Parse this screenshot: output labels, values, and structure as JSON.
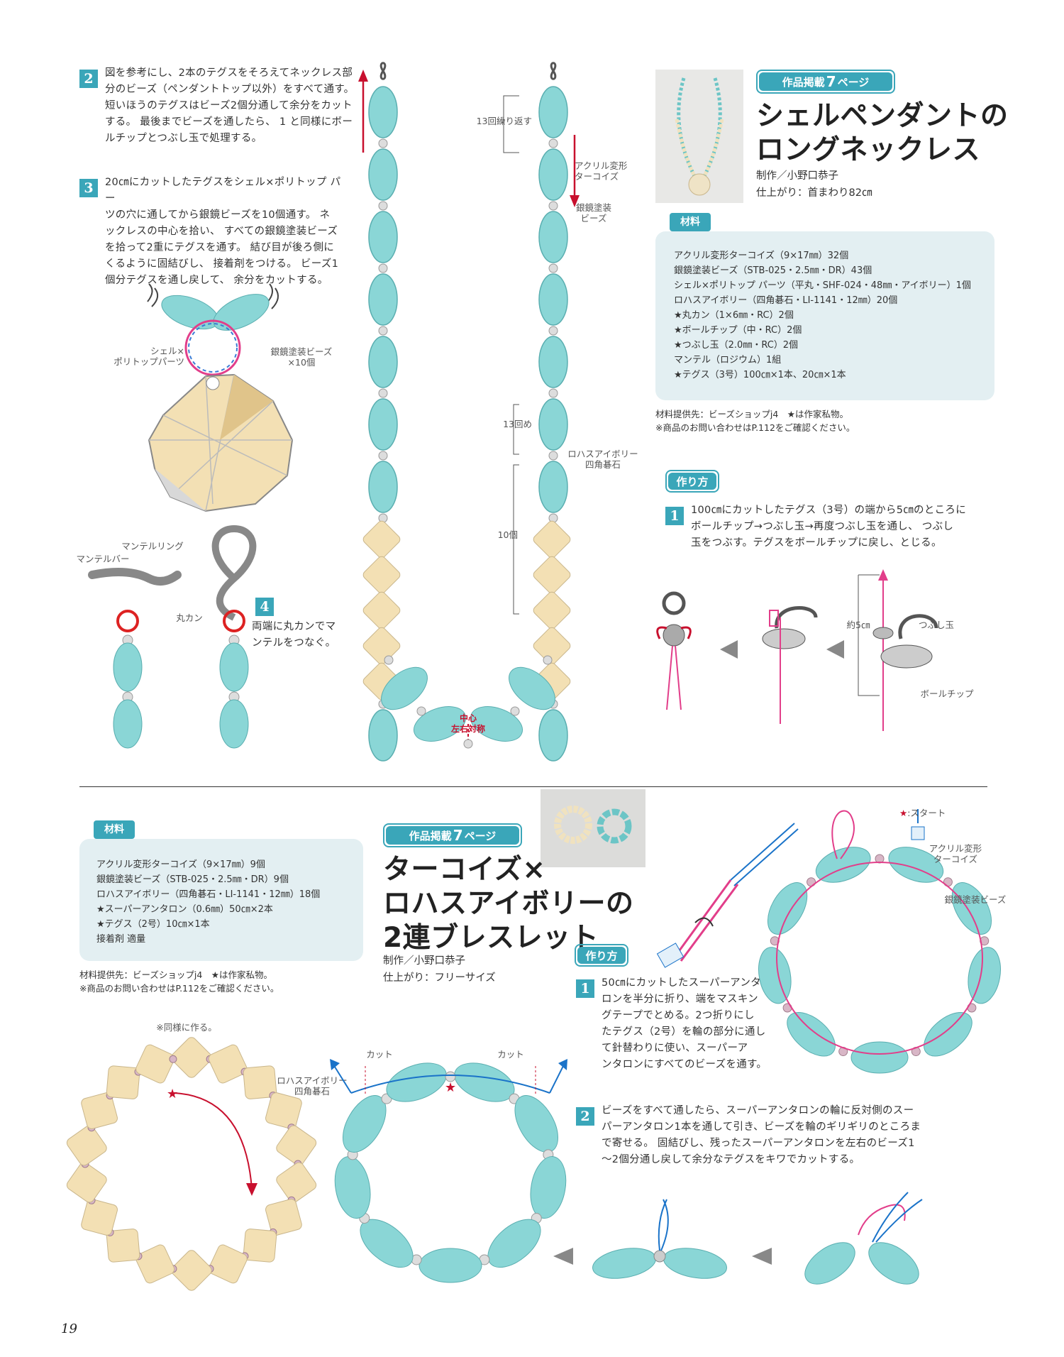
{
  "top": {
    "tag": {
      "prefix": "作品掲載",
      "num": "7",
      "suffix": "ページ"
    },
    "title_lines": [
      "シェルペンダントの",
      "ロングネックレス"
    ],
    "credit": "制作／小野口恭子",
    "finish": "仕上がり：首まわり82㎝",
    "materials_label": "材料",
    "materials": [
      "アクリル変形ターコイズ（9×17㎜）32個",
      "銀鏡塗装ビーズ（STB-025・2.5㎜・DR）43個",
      "シェル×ポリトップ パーツ（平丸・SHF-024・48㎜・アイボリー）1個",
      "ロハスアイボリー（四角碁石・LI-1141・12㎜）20個",
      "★丸カン（1×6㎜・RC）2個",
      "★ボールチップ（中・RC）2個",
      "★つぶし玉（2.0㎜・RC）2個",
      "マンテル（ロジウム）1組",
      "★テグス（3号）100㎝×1本、20㎝×1本"
    ],
    "supplier_lines": [
      "材料提供先：ビーズショップj4　★は作家私物。",
      "※商品のお問い合わせはP.112をご確認ください。"
    ],
    "howto_label": "作り方",
    "steps": [
      {
        "num": "1",
        "lines": [
          "100㎝にカットしたテグス（3号）の端から5㎝のところに",
          "ボールチップ→つぶし玉→再度つぶし玉を通し、 つぶし",
          "玉をつぶす。テグスをボールチップに戻し、とじる。"
        ]
      },
      {
        "num": "2",
        "lines": [
          "図を参考にし、2本のテグスをそろえてネックレス部",
          "分のビーズ（ペンダントトップ以外）をすべて通す。",
          "短いほうのテグスはビーズ2個分通して余分をカット",
          "する。 最後までビーズを通したら、 1 と同様にボー",
          "ルチップとつぶし玉で処理する。"
        ]
      },
      {
        "num": "3",
        "lines": [
          "20㎝にカットしたテグスをシェル×ポリトップ パー",
          "ツの穴に通してから銀鏡ビーズを10個通す。 ネ",
          "ックレスの中心を拾い、 すべての銀鏡塗装ビーズ",
          "を拾って2重にテグスを通す。 結び目が後ろ側に",
          "くるように固結びし、 接着剤をつける。 ビーズ1",
          "個分テグスを通し戻して、 余分をカットする。"
        ]
      },
      {
        "num": "4",
        "lines": [
          "両端に丸カンでマ",
          "ンテルをつなぐ。"
        ]
      }
    ],
    "labels": {
      "repeat13": "13回繰り返す",
      "turquoise": [
        "アクリル変形",
        "ターコイズ"
      ],
      "silver": [
        "銀鏡塗装",
        "ビーズ"
      ],
      "the13th": "13回め",
      "lohas": [
        "ロハスアイボリー",
        "四角碁石"
      ],
      "count10": "10個",
      "center": [
        "中心",
        "左右対称"
      ],
      "shell": [
        "シェル×",
        "ポリトップパーツ"
      ],
      "silver10": [
        "銀鏡塗装ビーズ",
        "×10個"
      ],
      "mantel_ring": "マンテルリング",
      "mantel_bar": "マンテルバー",
      "jump_ring": "丸カン",
      "approx5": "約5㎝",
      "crimp": "つぶし玉",
      "ball_tip": "ボールチップ"
    }
  },
  "bottom": {
    "materials_label": "材料",
    "materials": [
      "アクリル変形ターコイズ（9×17㎜）9個",
      "銀鏡塗装ビーズ（STB-025・2.5㎜・DR）9個",
      "ロハスアイボリー（四角碁石・LI-1141・12㎜）18個",
      "★スーパーアンタロン（0.6㎜）50㎝×2本",
      "★テグス（2号）10㎝×1本",
      "接着剤 適量"
    ],
    "supplier_lines": [
      "材料提供先：ビーズショップj4　★は作家私物。",
      "※商品のお問い合わせはP.112をご確認ください。"
    ],
    "tag": {
      "prefix": "作品掲載",
      "num": "7",
      "suffix": "ページ"
    },
    "title_lines": [
      "ターコイズ×",
      "ロハスアイボリーの",
      "2連ブレスレット"
    ],
    "credit": "制作／小野口恭子",
    "finish": "仕上がり：フリーサイズ",
    "howto_label": "作り方",
    "steps": [
      {
        "num": "1",
        "lines": [
          "50㎝にカットしたスーパーアンタ",
          "ロンを半分に折り、端をマスキン",
          "グテープでとめる。2つ折りにし",
          "たテグス（2号）を輪の部分に通し",
          "て針替わりに使い、スーパーア",
          "ンタロンにすべてのビーズを通す。"
        ]
      },
      {
        "num": "2",
        "lines": [
          "ビーズをすべて通したら、スーパーアンタロンの輪に反対側のスー",
          "パーアンタロン1本を通して引き、ビーズを輪のギリギリのところま",
          "で寄せる。 固結びし、残ったスーパーアンタロンを左右のビーズ1",
          "～2個分通し戻して余分なテグスをキワでカットする。"
        ]
      }
    ],
    "labels": {
      "same": "※同様に作る。",
      "lohas": [
        "ロハスアイボリー",
        "四角碁石"
      ],
      "cut": "カット",
      "start": ":スタート",
      "turquoise": [
        "アクリル変形",
        "ターコイズ"
      ],
      "silver": "銀鏡塗装ビーズ"
    }
  },
  "page_number": "19",
  "colors": {
    "teal": "#3aa6b9",
    "turquoise_bead": "#8ad6d6",
    "ivory_bead": "#f3e0b4",
    "line_pink": "#e23e8a",
    "red": "#c8102e",
    "line_blue": "#1a73c9"
  }
}
